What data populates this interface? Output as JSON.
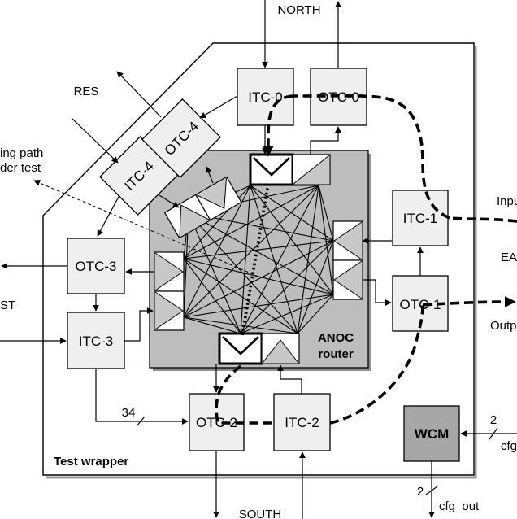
{
  "labels": {
    "north": "NORTH",
    "south": "SOUTH",
    "res": "RES",
    "testing_path_1": "ing path",
    "testing_path_2": "der test",
    "st": "ST",
    "input": "Inpu",
    "east": "EA",
    "output": "Outp",
    "test_wrapper": "Test wrapper",
    "router_line1": "ANOC",
    "router_line2": "router",
    "bus_width_34": "34",
    "cfg_in_width": "2",
    "cfg_in": "cfg",
    "cfg_out_width": "2",
    "cfg_out": "cfg_out"
  },
  "blocks": {
    "itc0": "ITC-0",
    "otc0": "OTC-0",
    "itc1": "ITC-1",
    "otc1": "OTC-1",
    "itc2": "ITC-2",
    "otc2": "OTC-2",
    "itc3": "ITC-3",
    "otc3": "OTC-3",
    "itc4": "ITC-4",
    "otc4": "OTC-4",
    "wcm": "WCM"
  },
  "colors": {
    "router_fill": "#bdbdbd",
    "block_fill": "#efefef",
    "wcm_fill": "#a6a6a6"
  }
}
